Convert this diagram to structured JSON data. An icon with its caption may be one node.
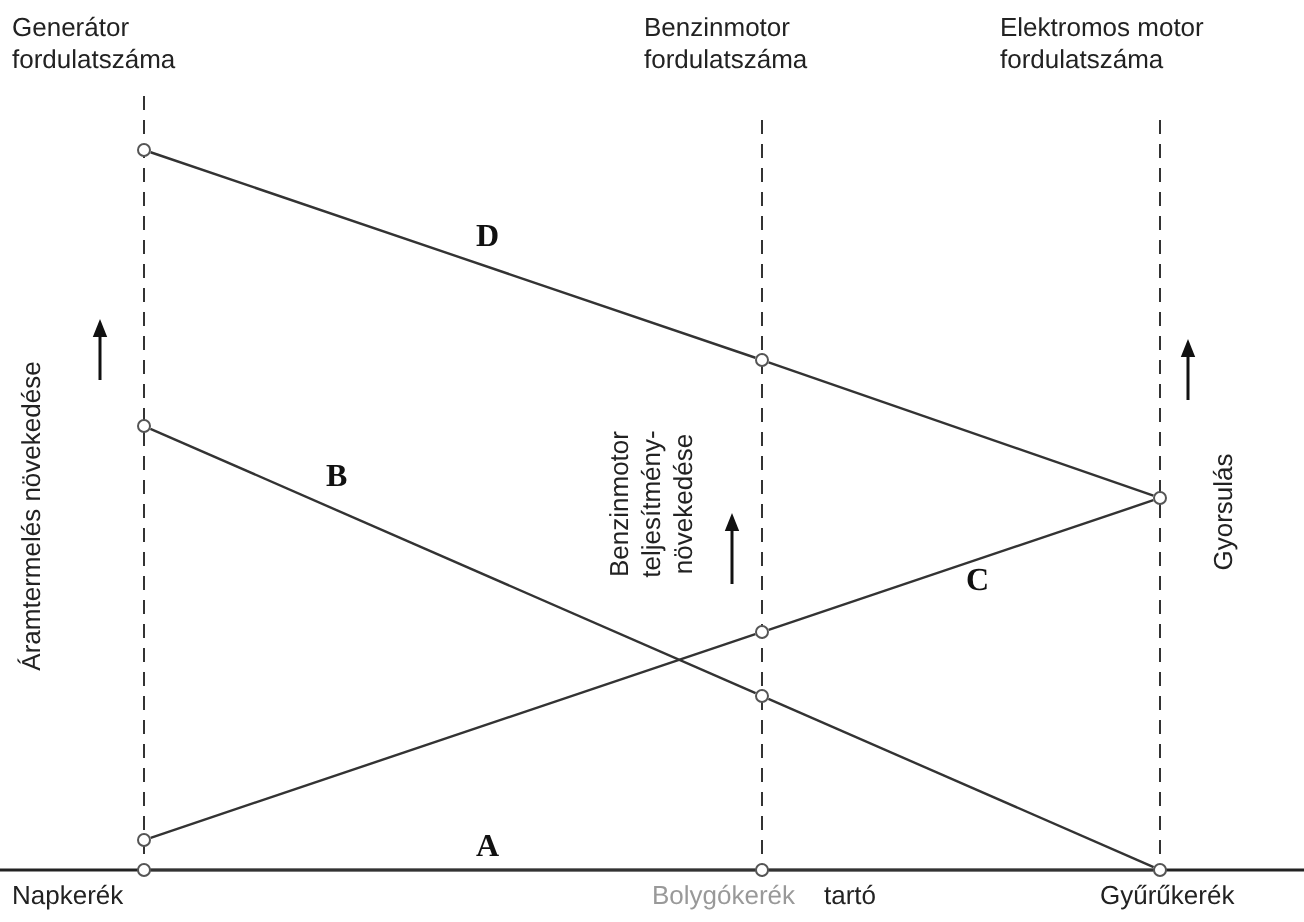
{
  "diagram": {
    "nodes": [
      {
        "text": [],
        "shape": "circle"
      },
      {
        "text": [],
        "shape": "circle"
      },
      {
        "text": [],
        "shape": "circle"
      },
      {
        "text": [],
        "shape": "circle"
      },
      {
        "text": [],
        "shape": "circle"
      },
      {
        "text": [],
        "shape": "circle"
      },
      {
        "text": [],
        "shape": "circle"
      },
      {
        "text": [],
        "shape": "circle"
      },
      {
        "text": [],
        "shape": "circle"
      },
      {
        "text": [],
        "shape": "circle"
      }
    ],
    "edges": [
      {
        "from": 0,
        "to": 1,
        "arrow": "none",
        "label": "D"
      },
      {
        "from": 1,
        "to": 3,
        "arrow": "none"
      },
      {
        "from": 2,
        "to": 5,
        "arrow": "none",
        "label": "B"
      },
      {
        "from": 5,
        "to": 9,
        "arrow": "none"
      },
      {
        "from": 6,
        "to": 4,
        "arrow": "none"
      },
      {
        "from": 4,
        "to": 3,
        "arrow": "none",
        "label": "C"
      },
      {
        "from": 7,
        "to": 8,
        "arrow": "none",
        "label": "A"
      },
      {
        "from": 8,
        "to": 9,
        "arrow": "none"
      }
    ],
    "labels": [
      "Generátor fordulatszáma",
      "Benzinmotor fordulatszáma",
      "Elektromos motor fordulatszáma",
      "Áramtermelés növekedése",
      "Benzinmotor teljesítmény- növekedése",
      "Gyorsulás",
      "Napkerék",
      "Bolygókerék",
      "tartó",
      "Gyűrűkerék"
    ]
  }
}
